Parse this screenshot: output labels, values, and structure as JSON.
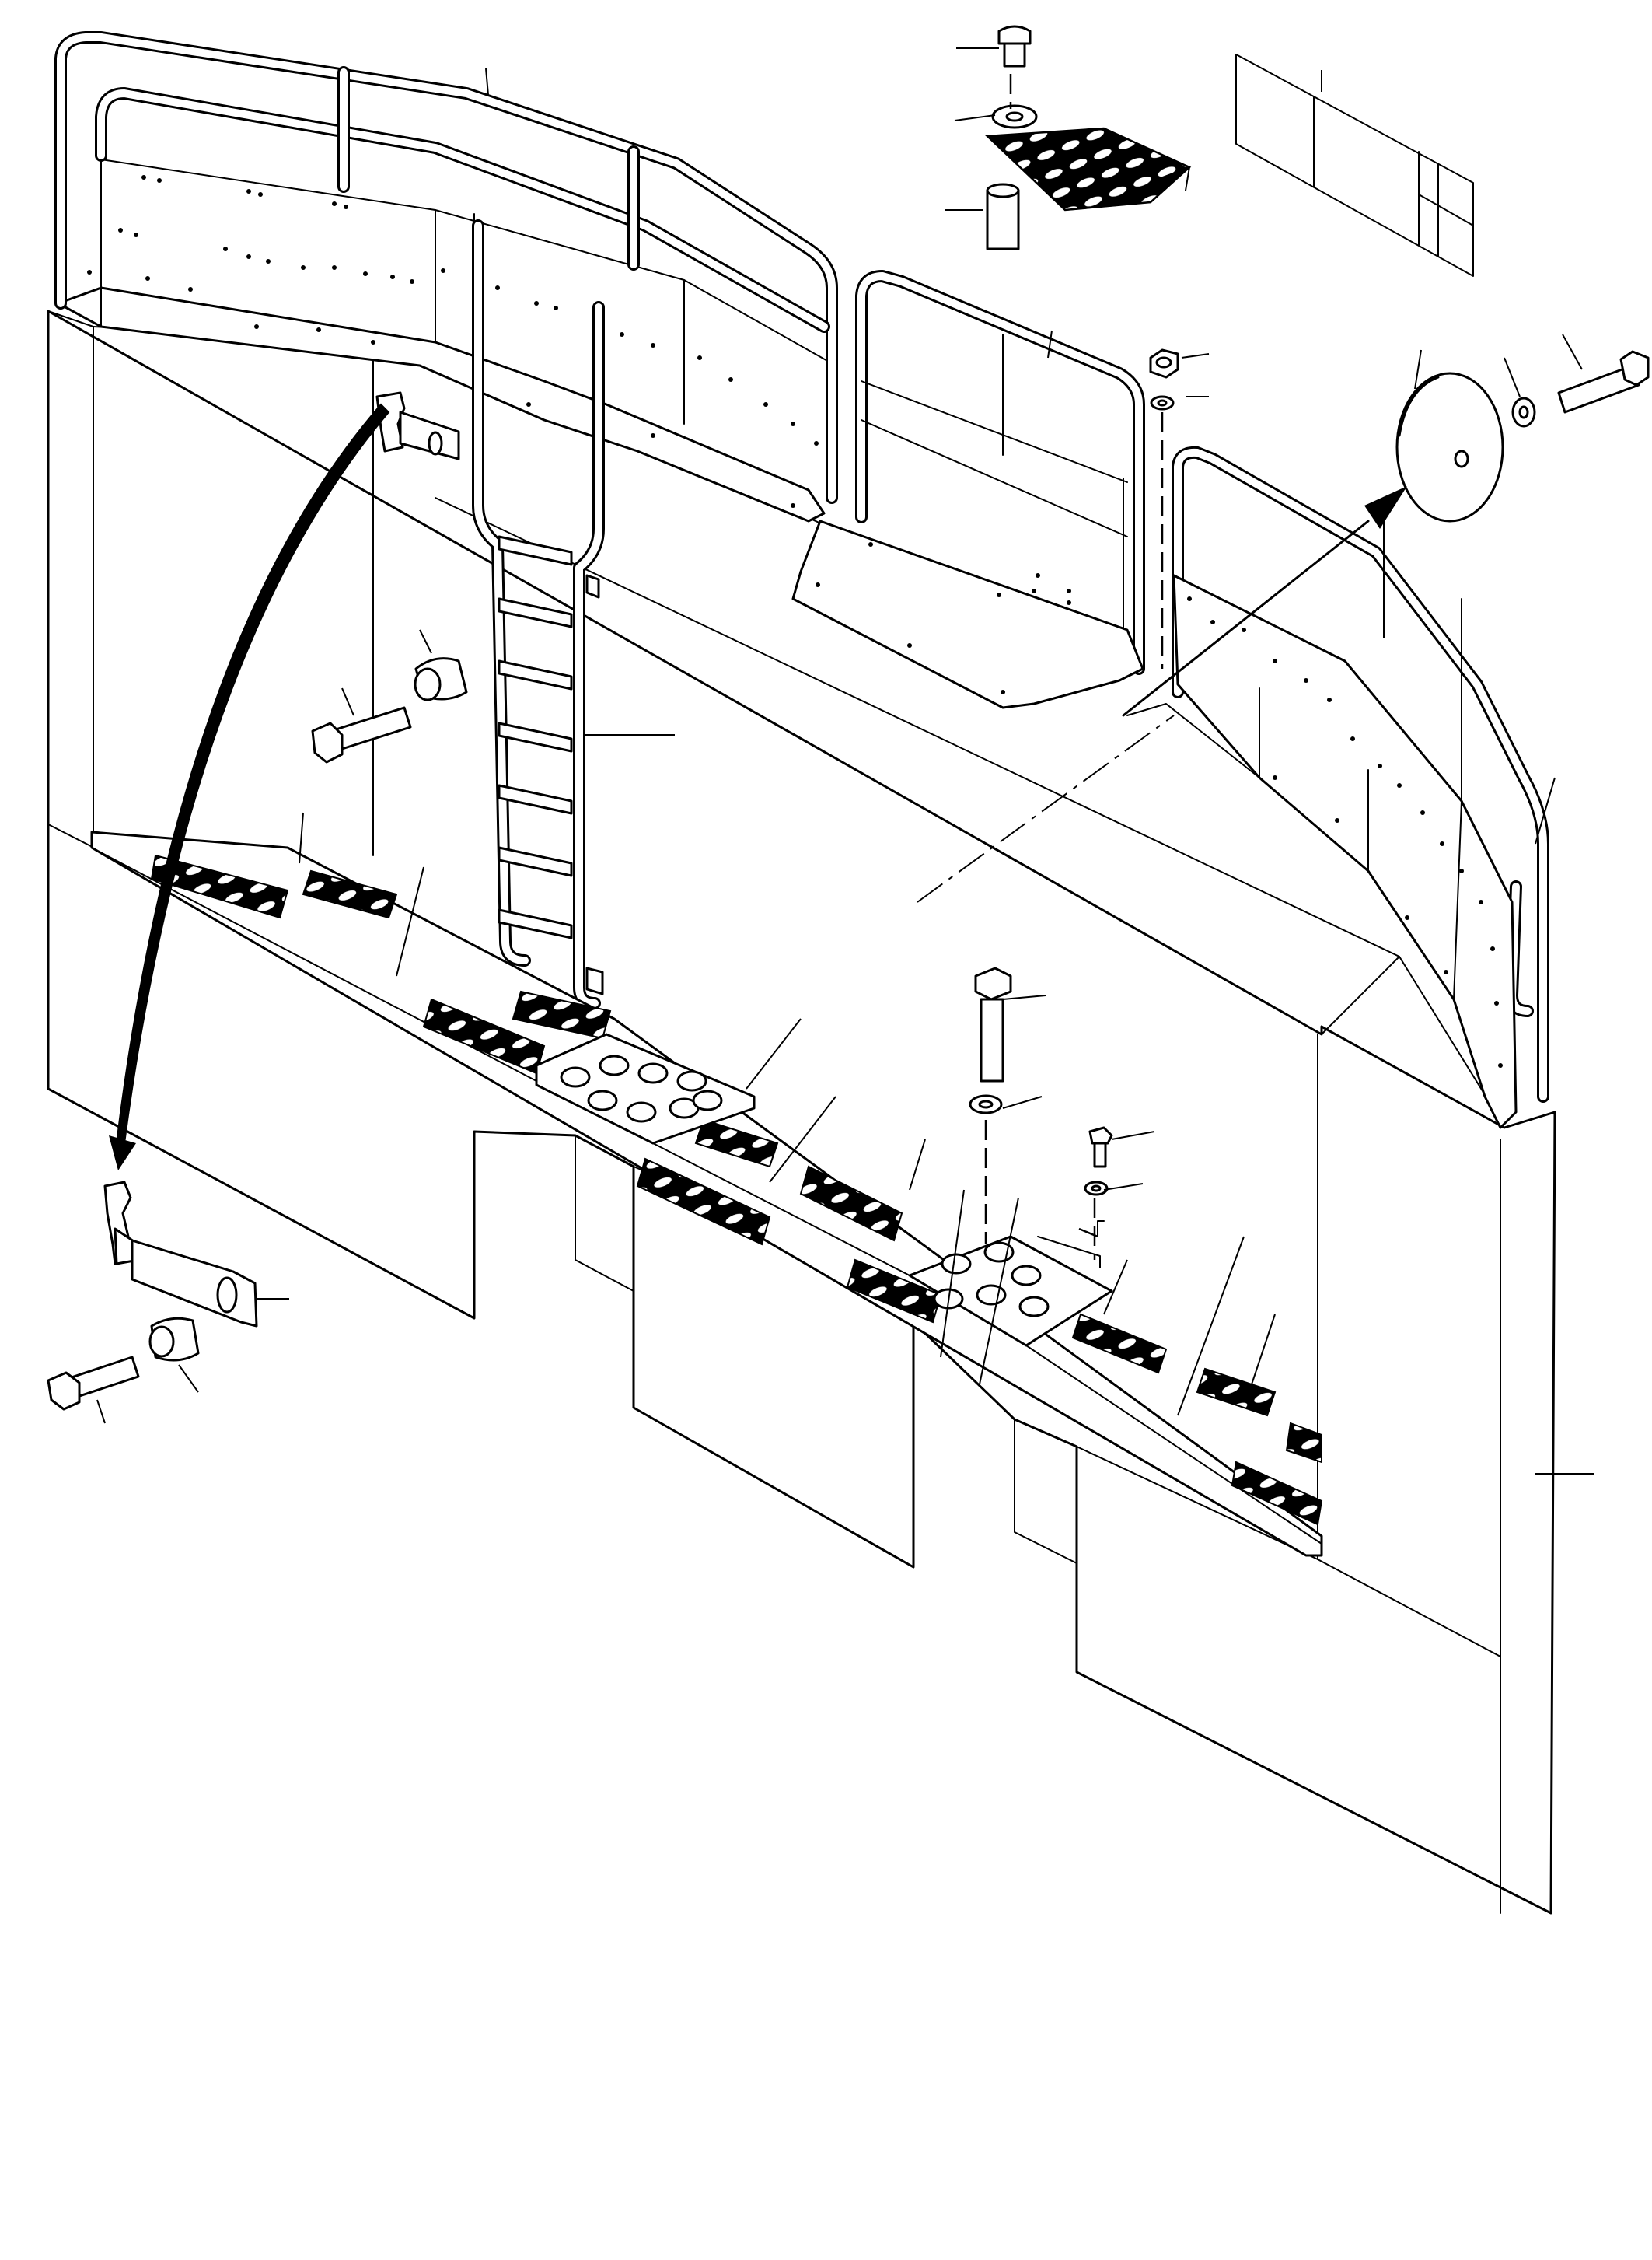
{
  "figure": {
    "kind": "exploded parts diagram",
    "colors": {
      "ink": "#000000",
      "paper": "#ffffff"
    }
  },
  "components": [
    "upper-handrail-guardrail",
    "upper-walkway-platform",
    "access-ladder",
    "ladder-mount-bracket",
    "lower-walkway-grating",
    "grating-support-plate",
    "middle-guardrail-section",
    "lift-off-platform-plate",
    "right-stair-guardrail",
    "tank-body",
    "hex-bolt",
    "spacer-sleeve",
    "nut",
    "washer",
    "circular-cover-disc",
    "flat-head-screw",
    "grating-tread-detail",
    "latch-bracket-detail",
    "titleblock-outline"
  ]
}
